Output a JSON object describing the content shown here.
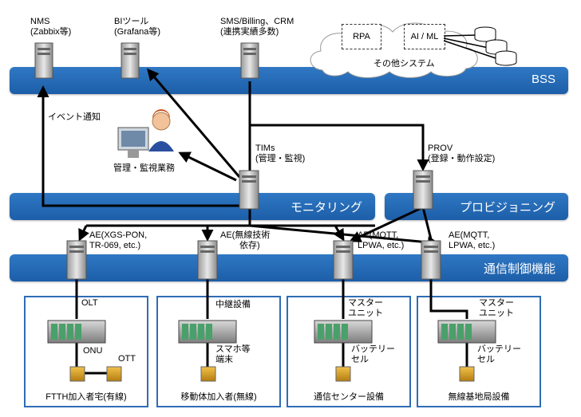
{
  "top_servers": {
    "nms": [
      "NMS",
      "(Zabbix等)"
    ],
    "bi": [
      "BIツール",
      "(Grafana等)"
    ],
    "sms": [
      "SMS/Billing、CRM",
      "(連携実績多数)"
    ]
  },
  "cloud": {
    "rpa": "RPA",
    "aiml": "AI / ML",
    "label": "その他システム"
  },
  "bands": {
    "bss": "BSS",
    "monitoring": "モニタリング",
    "provisioning": "プロビジョニング",
    "control": "通信制御機能"
  },
  "labels": {
    "event": "イベント通知",
    "operator": "管理・監視業務",
    "tims": [
      "TIMs",
      "(管理・監視)"
    ],
    "prov": [
      "PROV",
      "(登録・動作設定)"
    ]
  },
  "ae": [
    [
      "AE(XGS-PON,",
      "TR-069, etc.)"
    ],
    [
      "AE(無線技術",
      "依存)"
    ],
    [
      "AE(MQTT,",
      "LPWA, etc.)"
    ],
    [
      "AE(MQTT,",
      "LPWA, etc.)"
    ]
  ],
  "panels": [
    {
      "name": "FTTH加入者宅(有線)",
      "top": "OLT",
      "mid": "ONU",
      "extra": "OTT"
    },
    {
      "name": "移動体加入者(無線)",
      "top": "中継設備",
      "mid": [
        "スマホ等",
        "端末"
      ]
    },
    {
      "name": "通信センター設備",
      "top": [
        "マスター",
        "ユニット"
      ],
      "mid": [
        "バッテリー",
        "セル"
      ]
    },
    {
      "name": "無線基地局設備",
      "top": [
        "マスター",
        "ユニット"
      ],
      "mid": [
        "バッテリー",
        "セル"
      ]
    }
  ],
  "colors": {
    "band": "#1d5ea8",
    "panel_border": "#2f6db5",
    "device_green": "#4aa06a",
    "terminal_orange": "#e0a020"
  }
}
